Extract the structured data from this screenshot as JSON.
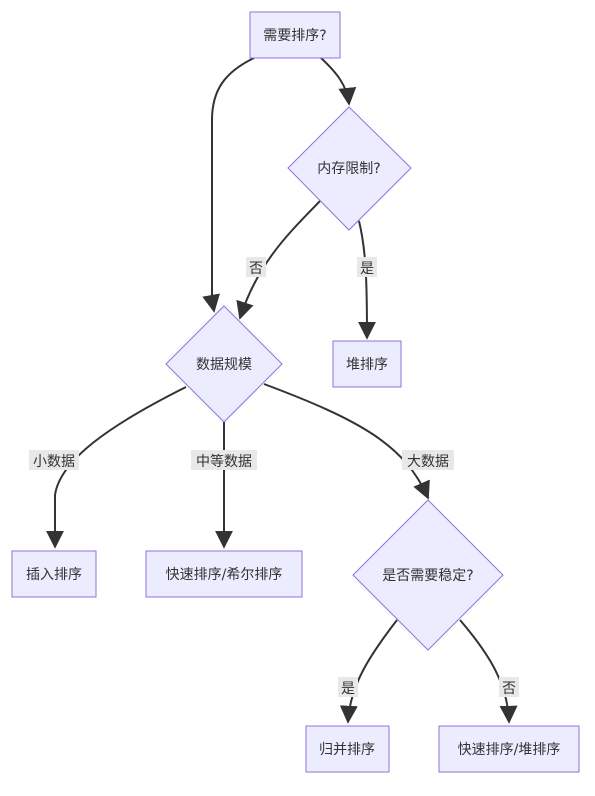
{
  "colors": {
    "node_fill": "#ECECFF",
    "node_stroke": "#9370DB",
    "edge": "#333333",
    "label_bg": "#E8E8E8",
    "text": "#333333"
  },
  "nodes": {
    "need_sort": "需要排序?",
    "memory_limit": "内存限制?",
    "heap_sort_1": "堆排序",
    "data_size": "数据规模",
    "insertion_sort": "插入排序",
    "quick_shell_sort": "快速排序/希尔排序",
    "need_stable": "是否需要稳定?",
    "merge_sort": "归并排序",
    "quick_heap_sort": "快速排序/堆排序"
  },
  "edges": {
    "memory_no": "否",
    "memory_yes": "是",
    "small": "小数据",
    "medium": "中等数据",
    "large": "大数据",
    "stable_yes": "是",
    "stable_no": "否"
  }
}
